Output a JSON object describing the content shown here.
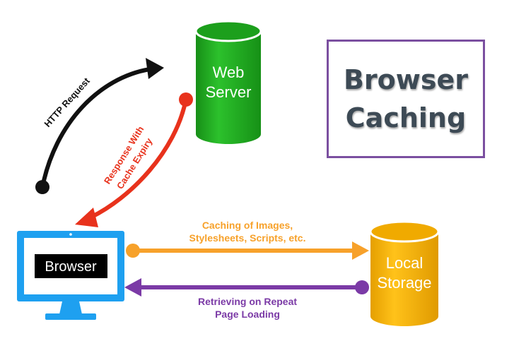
{
  "title": {
    "line1": "Browser",
    "line2": "Caching"
  },
  "nodes": {
    "web_server": {
      "line1": "Web",
      "line2": "Server"
    },
    "local_storage": {
      "line1": "Local",
      "line2": "Storage"
    },
    "browser": {
      "label": "Browser"
    }
  },
  "edges": {
    "http_request": {
      "label": "HTTP Request"
    },
    "response": {
      "line1": "Response With",
      "line2": "Cache Expiry"
    },
    "caching": {
      "line1": "Caching of Images,",
      "line2": "Stylesheets, Scripts, etc."
    },
    "retrieving": {
      "line1": "Retrieving on Repeat",
      "line2": "Page Loading"
    }
  },
  "colors": {
    "web_server": "#1fae1f",
    "local_storage": "#f6b100",
    "browser": "#1ea0f0",
    "http_request": "#111111",
    "response": "#e8321c",
    "caching": "#f7a12a",
    "retrieving": "#7b3aa6",
    "title_border": "#7b4fa0"
  }
}
